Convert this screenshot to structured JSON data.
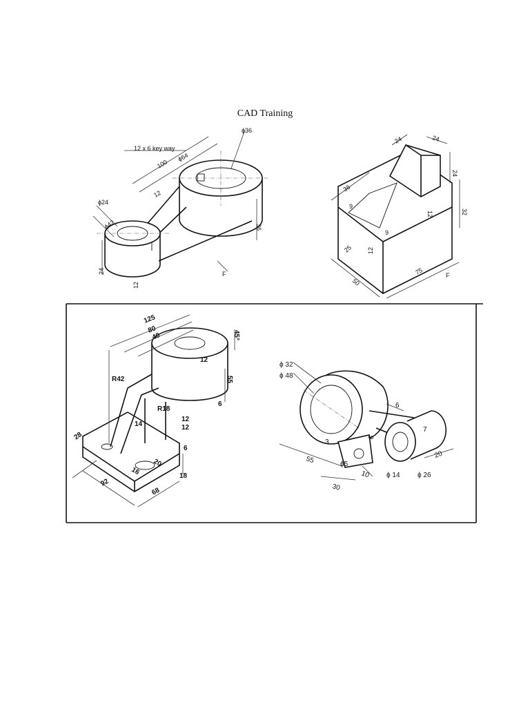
{
  "page": {
    "title": "CAD Training"
  },
  "drawings": [
    {
      "id": "lever-arm",
      "labels": [
        "12 x 6 key way",
        "ϕ36",
        "ϕ64",
        "100",
        "12",
        "ϕ24",
        "ϕ42",
        "36",
        "24",
        "12",
        "F"
      ]
    },
    {
      "id": "stepped-block",
      "labels": [
        "24",
        "24",
        "24",
        "36",
        "9",
        "9",
        "12",
        "32",
        "25",
        "12",
        "50",
        "75",
        "F"
      ]
    },
    {
      "id": "bearing-bracket",
      "labels": [
        "125",
        "80",
        "40",
        "45°",
        "12",
        "55",
        "6",
        "R42",
        "R18",
        "14",
        "12",
        "12",
        "28",
        "6",
        "20",
        "16",
        "18",
        "92",
        "68"
      ]
    },
    {
      "id": "eccentric-link",
      "labels": [
        "ϕ 32",
        "ϕ 48",
        "6",
        "7",
        "3",
        "6",
        "ϕ5",
        "55",
        "10",
        "20",
        "ϕ 14",
        "ϕ 26",
        "30"
      ]
    }
  ]
}
